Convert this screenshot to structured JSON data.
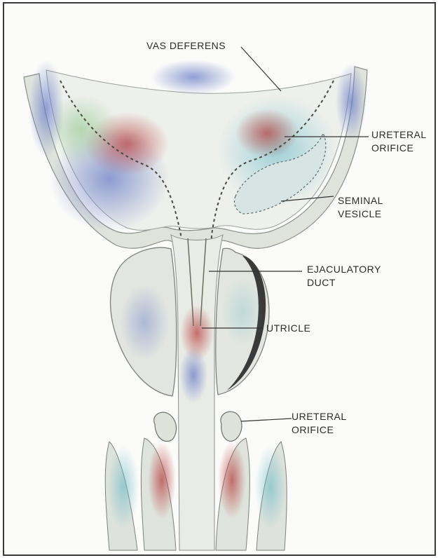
{
  "labels": {
    "vas_deferens": "VAS DEFERENS",
    "ureteral_orifice_upper": "URETERAL\nORIFICE",
    "seminal_vesicle": "SEMINAL\nVESICLE",
    "ejaculatory_duct": "EJACULATORY\nDUCT",
    "utricle": "UTRICLE",
    "ureteral_orifice_lower": "URETERAL\nORIFICE"
  },
  "colors": {
    "background": "#fbfbf9",
    "tissue_light": "#e4e7e0",
    "tissue_blue": "#7f97c8",
    "tissue_red": "#b3403d",
    "tissue_green": "#9cc28f",
    "leader_line": "#333333"
  }
}
